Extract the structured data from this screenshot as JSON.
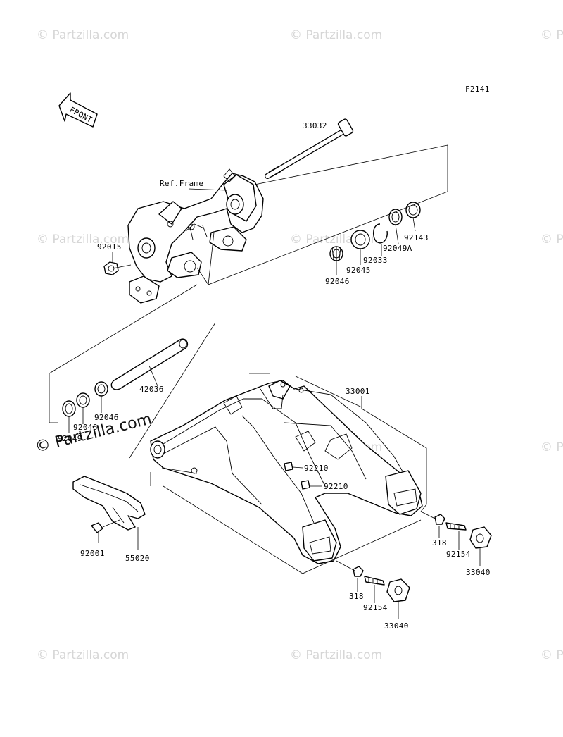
{
  "figure_code": "F2141",
  "front_label": "FRONT",
  "ref_frame_label": "Ref.Frame",
  "watermark": "© Partzilla.com",
  "watermark_main": "© Partzilla.com",
  "parts": {
    "p33032": "33032",
    "p92015": "92015",
    "p92143": "92143",
    "p92049A": "92049A",
    "p92033": "92033",
    "p92045": "92045",
    "p92046_top": "92046",
    "p42036": "42036",
    "p92046_left_a": "92046",
    "p92046_left_b": "92046",
    "p92049": "92049",
    "p33001": "33001",
    "p92210_a": "92210",
    "p92210_b": "92210",
    "p92001": "92001",
    "p55020": "55020",
    "p318_right": "318",
    "p92154_right": "92154",
    "p33040_right": "33040",
    "p318_bottom": "318",
    "p92154_bottom": "92154",
    "p33040_bottom": "33040"
  }
}
